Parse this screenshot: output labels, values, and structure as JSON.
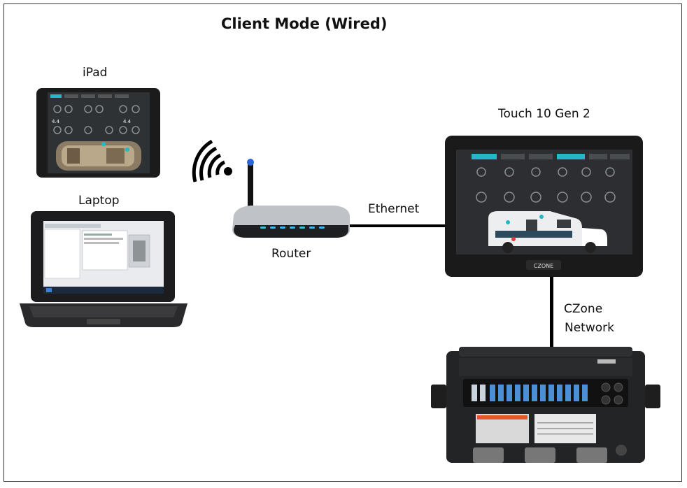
{
  "title": "Client Mode (Wired)",
  "labels": {
    "ipad": "iPad",
    "laptop": "Laptop",
    "router": "Router",
    "ethernet": "Ethernet",
    "touch": "Touch 10 Gen 2",
    "network_line1": "CZone",
    "network_line2": "Network"
  },
  "brand": {
    "display_logo": "CZONE"
  },
  "colors": {
    "accent": "#25b7c7",
    "line": "#000000",
    "device": "#1a1a1a"
  }
}
